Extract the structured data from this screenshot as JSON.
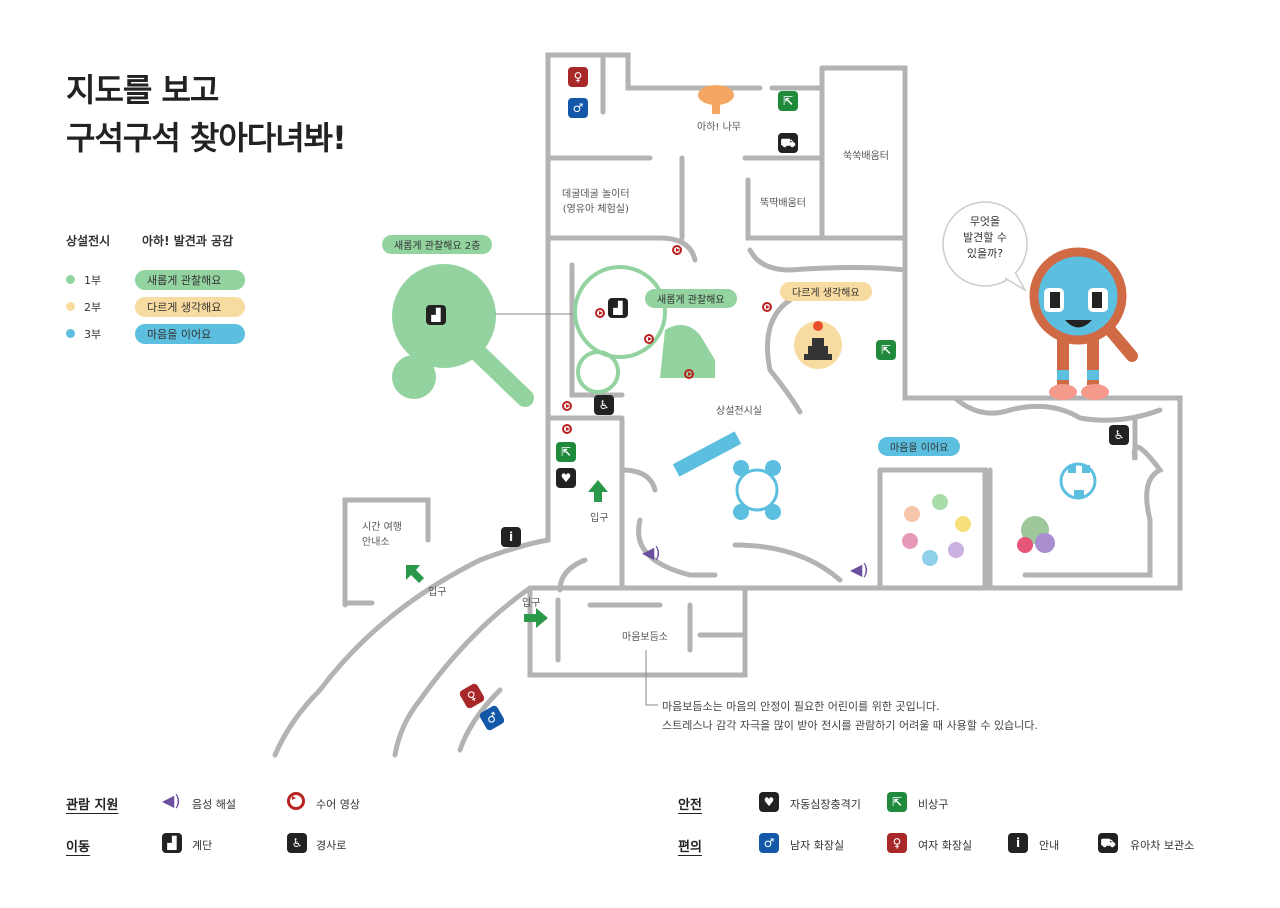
{
  "title": {
    "line1": "지도를 보고",
    "line2": "구석구석 찾아다녀봐!"
  },
  "exhibit_legend": {
    "heading1": "상설전시",
    "heading2": "아하! 발견과 공감",
    "items": [
      {
        "floor": "1부",
        "name": "새롭게 관찰해요",
        "color": "#93d3a0"
      },
      {
        "floor": "2부",
        "name": "다르게 생각해요",
        "color": "#f7dba0"
      },
      {
        "floor": "3부",
        "name": "마음을 이어요",
        "color": "#5cbfdf"
      }
    ]
  },
  "map": {
    "rooms": {
      "aha_tree": "아하! 나무",
      "ssukssuk": "쑥쑥배움터",
      "ttukttak": "뚝딱배움터",
      "degul1": "데굴데굴 놀이터",
      "degul2": "(영유아 체험실)",
      "permanent": "상설전시실",
      "time_travel1": "시간 여행",
      "time_travel2": "안내소",
      "maeum_room": "마음보듬소"
    },
    "zones": {
      "observe_2f": "새롭게 관찰해요  2층",
      "observe": "새롭게 관찰해요",
      "think": "다르게 생각해요",
      "connect": "마음을 이어요"
    },
    "entrances": [
      "입구",
      "입구",
      "입구"
    ],
    "note_line1": "마음보듬소는 마음의 안정이 필요한 어린이를 위한 곳입니다.",
    "note_line2": "스트레스나 감각 자극을 많이 받아 전시를 관람하기 어려울 때 사용할 수 있습니다.",
    "bubble": [
      "무엇을",
      "발견할 수",
      "있을까?"
    ]
  },
  "bottom_legend": {
    "support": {
      "heading": "관람 지원",
      "items": [
        "음성 해설",
        "수어 영상"
      ]
    },
    "move": {
      "heading": "이동",
      "items": [
        "계단",
        "경사로"
      ]
    },
    "safety": {
      "heading": "안전",
      "items": [
        "자동심장충격기",
        "비상구"
      ]
    },
    "convenience": {
      "heading": "편의",
      "items": [
        "남자 화장실",
        "여자 화장실",
        "안내",
        "유아차 보관소"
      ]
    }
  },
  "colors": {
    "wall": "#b3b3b3",
    "green": "#93d3a0",
    "yellow": "#f7dba0",
    "blue": "#5cbfdf",
    "character": "#d06a45"
  }
}
